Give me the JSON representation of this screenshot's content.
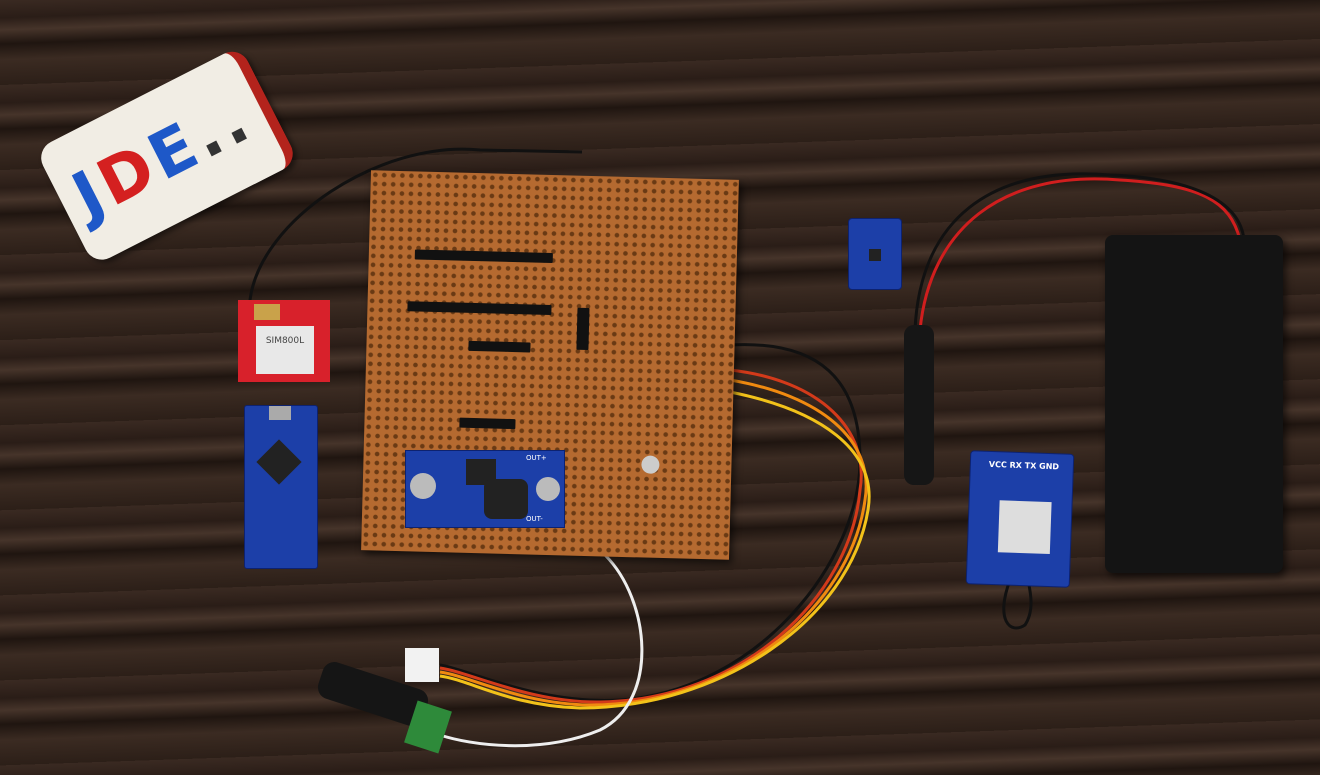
{
  "sign": {
    "text_j": "J",
    "text_d": "D",
    "text_e": "E",
    "text_dots": ".."
  },
  "sim_module": {
    "label": "SIM800L"
  },
  "gps_module": {
    "pin_label": "VCC RX TX GND"
  },
  "converter": {
    "out_plus": "OUT+",
    "out_minus": "OUT-"
  },
  "colors": {
    "wood": "#2f211a",
    "pcb": "#b56a30",
    "module_blue": "#1c3fa8",
    "module_red": "#d8212b",
    "battery": "#141414"
  }
}
